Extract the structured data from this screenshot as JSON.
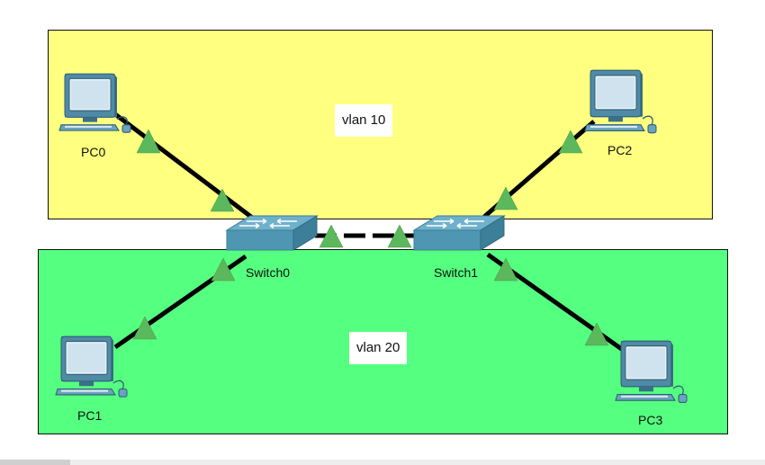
{
  "zones": {
    "top": {
      "label": "vlan 10",
      "color": "#ffff80"
    },
    "bottom": {
      "label": "vlan 20",
      "color": "#55ff7f"
    }
  },
  "nodes": {
    "pc0": {
      "label": "PC0",
      "icon": "computer-icon"
    },
    "pc1": {
      "label": "PC1",
      "icon": "computer-icon"
    },
    "pc2": {
      "label": "PC2",
      "icon": "computer-icon"
    },
    "pc3": {
      "label": "PC3",
      "icon": "computer-icon"
    },
    "switch0": {
      "label": "Switch0",
      "icon": "switch-icon"
    },
    "switch1": {
      "label": "Switch1",
      "icon": "switch-icon"
    }
  },
  "links": [
    {
      "from": "PC0",
      "to": "Switch0",
      "style": "solid"
    },
    {
      "from": "PC1",
      "to": "Switch0",
      "style": "solid"
    },
    {
      "from": "PC2",
      "to": "Switch1",
      "style": "solid"
    },
    {
      "from": "PC3",
      "to": "Switch1",
      "style": "solid"
    },
    {
      "from": "Switch0",
      "to": "Switch1",
      "style": "dashed"
    }
  ],
  "colors": {
    "link": "#000000",
    "link_indicator": "#5cb85c",
    "switch": "#5b9bb5"
  }
}
